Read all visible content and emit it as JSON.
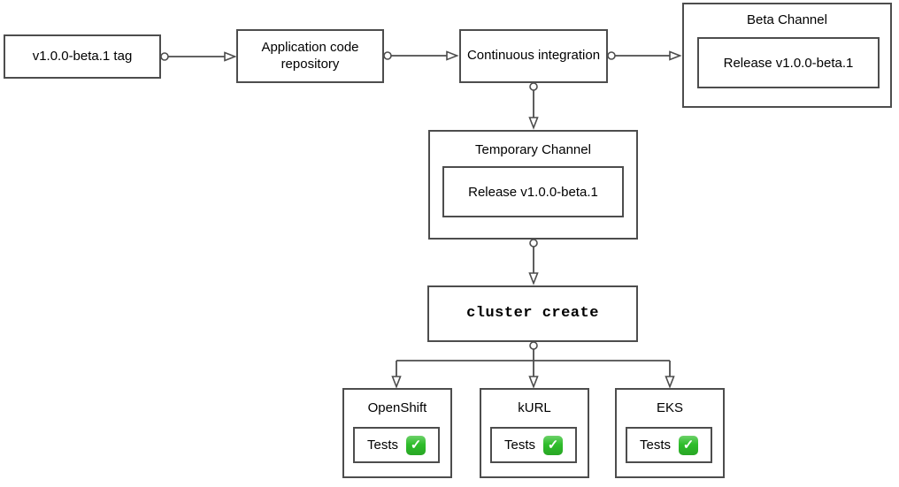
{
  "colors": {
    "line": "#4d4d4d",
    "text": "#000000",
    "box_bg": "#ffffff",
    "page_bg": "#ffffff",
    "check_green": "#2ebd2a"
  },
  "nodes": {
    "tag": {
      "label": "v1.0.0-beta.1 tag"
    },
    "repo": {
      "label": "Application code repository"
    },
    "ci": {
      "label": "Continuous integration"
    },
    "beta_channel": {
      "title": "Beta Channel",
      "release_label": "Release v1.0.0-beta.1"
    },
    "temporary_channel": {
      "title": "Temporary Channel",
      "release_label": "Release v1.0.0-beta.1"
    },
    "cluster_create": {
      "label": "cluster create"
    }
  },
  "clusters": [
    {
      "title": "OpenShift",
      "tests_label": "Tests",
      "check_icon": "white-check-mark-emoji",
      "check_glyph": "✓"
    },
    {
      "title": "kURL",
      "tests_label": "Tests",
      "check_icon": "white-check-mark-emoji",
      "check_glyph": "✓"
    },
    {
      "title": "EKS",
      "tests_label": "Tests",
      "check_icon": "white-check-mark-emoji",
      "check_glyph": "✓"
    }
  ]
}
